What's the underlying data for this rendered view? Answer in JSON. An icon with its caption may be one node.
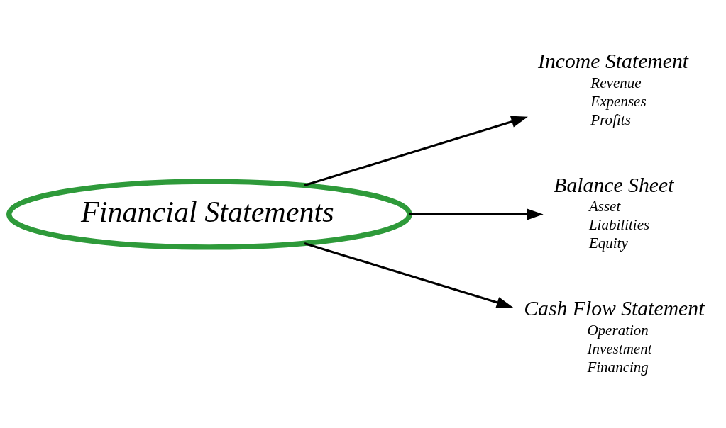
{
  "diagram": {
    "nodes": [
      {
        "text": [
          "Financial Statements"
        ]
      },
      {
        "text": [
          "Income Statement",
          "Revenue",
          "Expenses",
          "Profits"
        ]
      },
      {
        "text": [
          "Balance Sheet",
          "Asset",
          "Liabilities",
          "Equity"
        ]
      },
      {
        "text": [
          "Cash Flow Statement",
          "Operation",
          "Investment",
          "Financing"
        ]
      }
    ],
    "edges": [
      {
        "from": 0,
        "to": 1,
        "arrow": "to"
      },
      {
        "from": 0,
        "to": 2,
        "arrow": "to"
      },
      {
        "from": 0,
        "to": 3,
        "arrow": "to"
      }
    ]
  }
}
